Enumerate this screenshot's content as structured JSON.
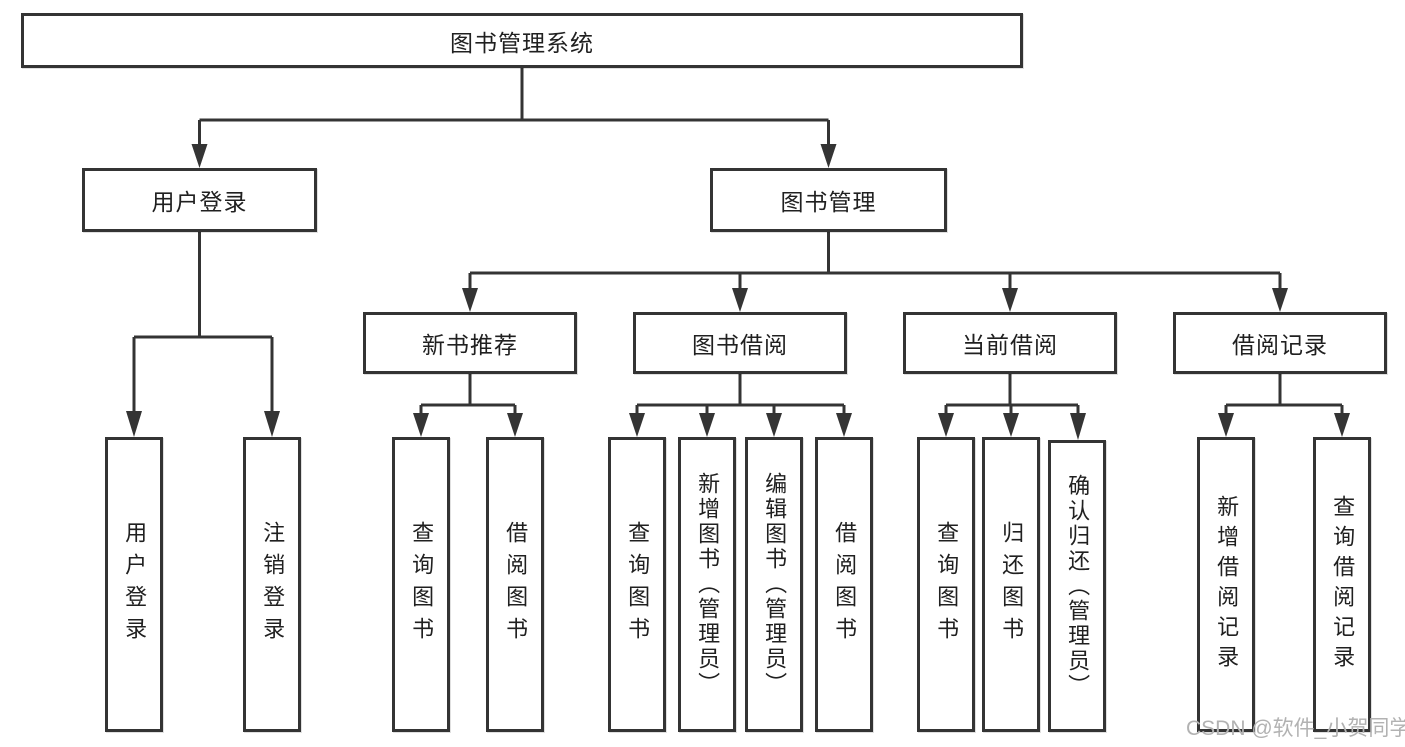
{
  "page": {
    "background": "#ffffff",
    "watermark": {
      "text": "CSDN @软件_小贺同学",
      "color": "#b2b2b2"
    }
  },
  "colors": {
    "box_border": "#343434",
    "box_fill": "#ffffff",
    "text": "#202020",
    "connector": "#343434"
  },
  "diagram": {
    "type": "hierarchy-tree",
    "tree": {
      "label": "图书管理系统",
      "children": [
        {
          "label": "用户登录",
          "children": [
            {
              "label": "用户登录"
            },
            {
              "label": "注销登录"
            }
          ]
        },
        {
          "label": "图书管理",
          "children": [
            {
              "label": "新书推荐",
              "children": [
                {
                  "label": "查询图书"
                },
                {
                  "label": "借阅图书"
                }
              ]
            },
            {
              "label": "图书借阅",
              "children": [
                {
                  "label": "查询图书"
                },
                {
                  "label": "新增图书（管理员）"
                },
                {
                  "label": "编辑图书（管理员）"
                },
                {
                  "label": "借阅图书"
                }
              ]
            },
            {
              "label": "当前借阅",
              "children": [
                {
                  "label": "查询图书"
                },
                {
                  "label": "归还图书"
                },
                {
                  "label": "确认归还（管理员）"
                }
              ]
            },
            {
              "label": "借阅记录",
              "children": [
                {
                  "label": "新增借阅记录"
                },
                {
                  "label": "查询借阅记录"
                }
              ]
            }
          ]
        }
      ]
    }
  }
}
